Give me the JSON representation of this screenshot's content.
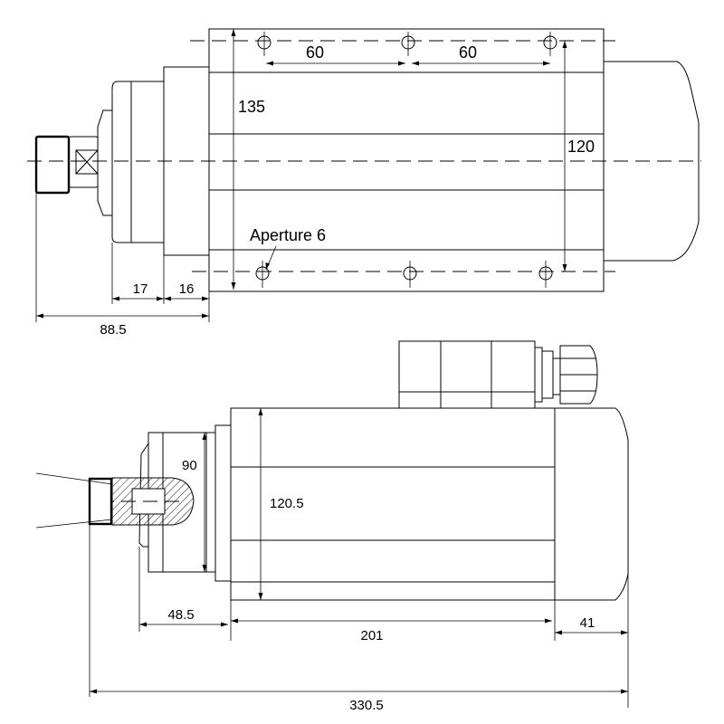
{
  "top_view": {
    "labels": {
      "dim_60_left": "60",
      "dim_60_right": "60",
      "dim_135": "135",
      "dim_120": "120",
      "aperture": "Aperture 6",
      "dim_17": "17",
      "dim_16": "16",
      "dim_88_5": "88.5"
    }
  },
  "side_view": {
    "labels": {
      "dim_90": "90",
      "dim_120_5": "120.5",
      "dim_48_5": "48.5",
      "dim_201": "201",
      "dim_41": "41",
      "dim_330_5": "330.5"
    }
  }
}
